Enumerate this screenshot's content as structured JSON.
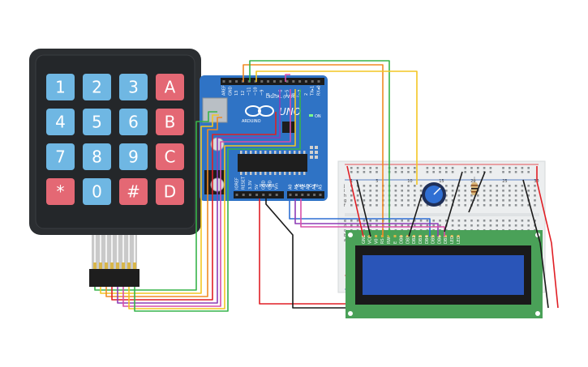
{
  "keypad": {
    "keys": [
      {
        "label": "1",
        "kind": "digit"
      },
      {
        "label": "2",
        "kind": "digit"
      },
      {
        "label": "3",
        "kind": "digit"
      },
      {
        "label": "A",
        "kind": "letter"
      },
      {
        "label": "4",
        "kind": "digit"
      },
      {
        "label": "5",
        "kind": "digit"
      },
      {
        "label": "6",
        "kind": "digit"
      },
      {
        "label": "B",
        "kind": "letter"
      },
      {
        "label": "7",
        "kind": "digit"
      },
      {
        "label": "8",
        "kind": "digit"
      },
      {
        "label": "9",
        "kind": "digit"
      },
      {
        "label": "C",
        "kind": "letter"
      },
      {
        "label": "*",
        "kind": "symbol"
      },
      {
        "label": "0",
        "kind": "digit"
      },
      {
        "label": "#",
        "kind": "symbol"
      },
      {
        "label": "D",
        "kind": "letter"
      }
    ]
  },
  "arduino": {
    "brand": "ARDUINO",
    "model": "UNO",
    "digital_label": "DIGITAL (PWM ~)",
    "on_label": "ON",
    "power_label": "POWER",
    "analog_label": "ANALOG IN",
    "digital_pins": [
      "AREF",
      "GND",
      "13",
      "12",
      "~11",
      "~10",
      "~9",
      "8",
      "7",
      "~6",
      "~5",
      "4",
      "~3",
      "2",
      "TX▸1",
      "RX◂0"
    ],
    "power_pins": [
      "IOREF",
      "RESET",
      "3.3V",
      "5V",
      "GND",
      "GND",
      "Vin"
    ],
    "analog_pins": [
      "A0",
      "A1",
      "A2",
      "A3",
      "A4",
      "A5"
    ]
  },
  "breadboard": {
    "rows": [
      "a",
      "b",
      "c",
      "d",
      "e",
      "f",
      "g",
      "h",
      "i",
      "j"
    ],
    "column_numbers": [
      "1",
      "5",
      "10",
      "15",
      "20",
      "25",
      "30"
    ]
  },
  "lcd": {
    "pins": [
      "GND",
      "VCC",
      "V0",
      "RS",
      "RW",
      "E",
      "DB0",
      "DB1",
      "DB2",
      "DB3",
      "DB4",
      "DB5",
      "DB6",
      "DB7",
      "LED",
      "LED"
    ]
  },
  "colors": {
    "keypad_body": "#2b2e31",
    "key_blue": "#6fb7e3",
    "key_red": "#e46874",
    "arduino_board": "#2f73c5",
    "lcd_pcb": "#4aa158",
    "lcd_screen": "#2a55b8",
    "breadboard": "#eceeef",
    "wire_red": "#e01f25",
    "wire_black": "#1a1a1a",
    "wire_yellow": "#f3c623",
    "wire_orange": "#f08a24",
    "wire_green": "#37b44a",
    "wire_purple": "#8e3cb5",
    "wire_magenta": "#d94ea8"
  }
}
